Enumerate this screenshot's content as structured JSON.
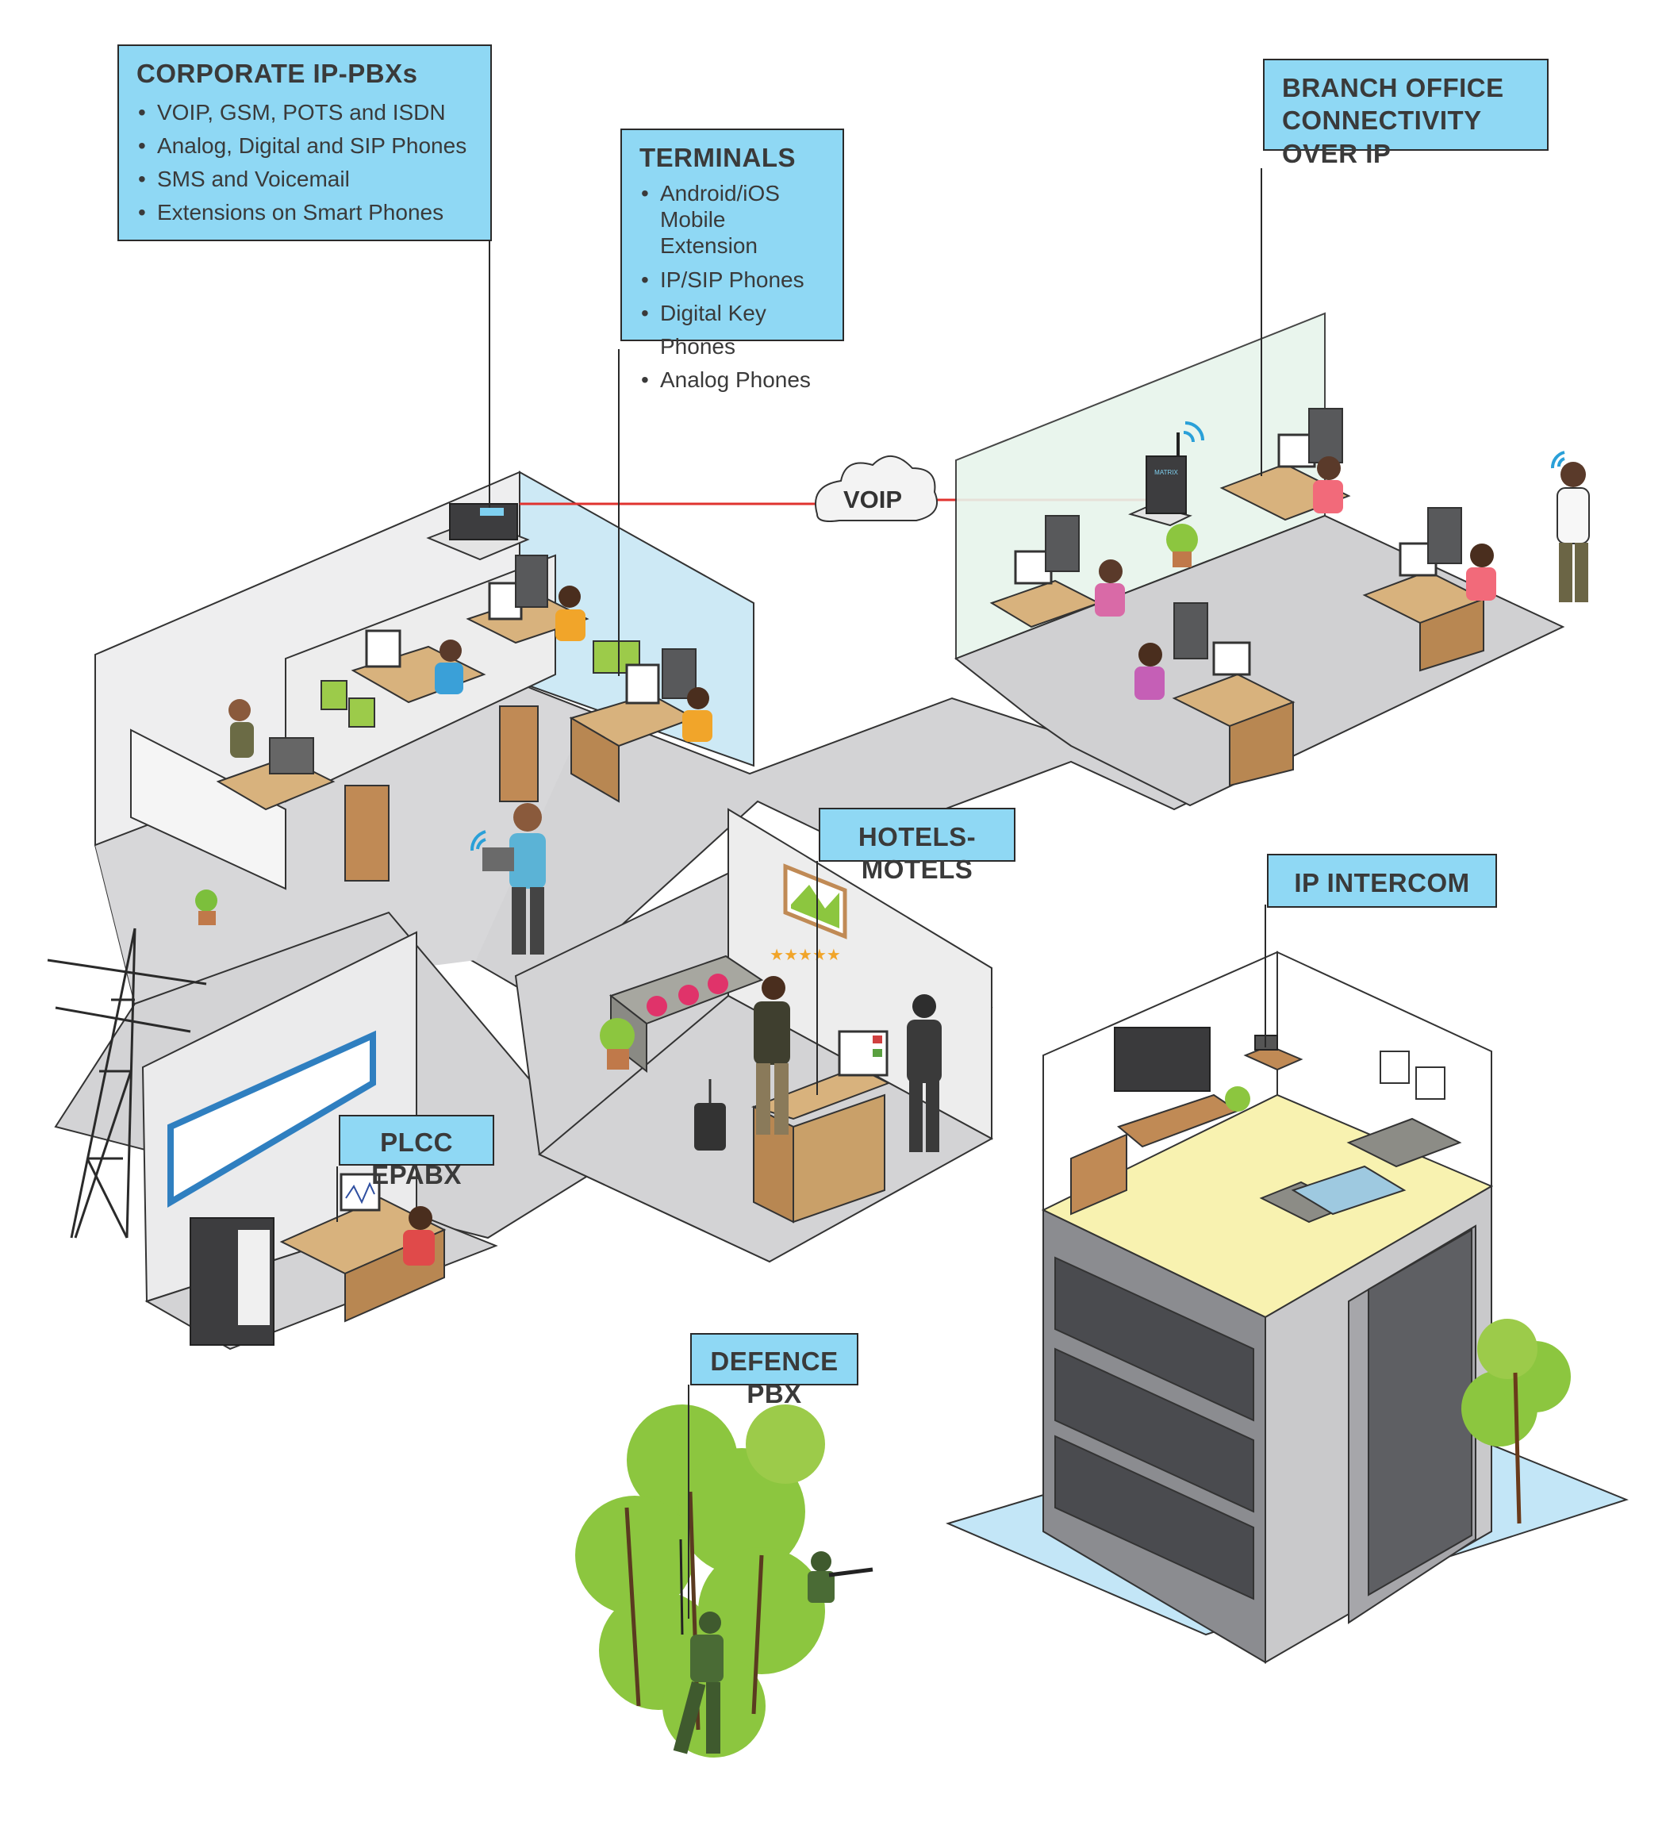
{
  "callouts": {
    "corporate": {
      "title": "CORPORATE IP-PBXs",
      "items": [
        "VOIP, GSM, POTS and ISDN",
        "Analog, Digital and SIP Phones",
        "SMS and Voicemail",
        "Extensions on Smart Phones"
      ]
    },
    "terminals": {
      "title": "TERMINALS",
      "items": [
        "Android/iOS Mobile Extension",
        "IP/SIP Phones",
        "Digital Key Phones",
        "Analog Phones"
      ]
    },
    "branch": {
      "line1": "BRANCH OFFICE",
      "line2": "CONNECTIVITY OVER IP"
    },
    "hotels": {
      "title": "HOTELS-MOTELS"
    },
    "intercom": {
      "title": "IP INTERCOM"
    },
    "plcc": {
      "title": "PLCC EPABX"
    },
    "defence": {
      "title": "DEFENCE PBX"
    }
  },
  "cloud": {
    "label": "VOIP"
  },
  "router": {
    "brand": "MATRIX"
  },
  "colors": {
    "callout_fill": "#8fd8f4",
    "floor": "#d3d3d5",
    "desk": "#c9a069",
    "link_line": "#e0332f",
    "tree": "#8cc63f",
    "rooftop": "#f8f2b0",
    "building": "#7b7c80"
  }
}
